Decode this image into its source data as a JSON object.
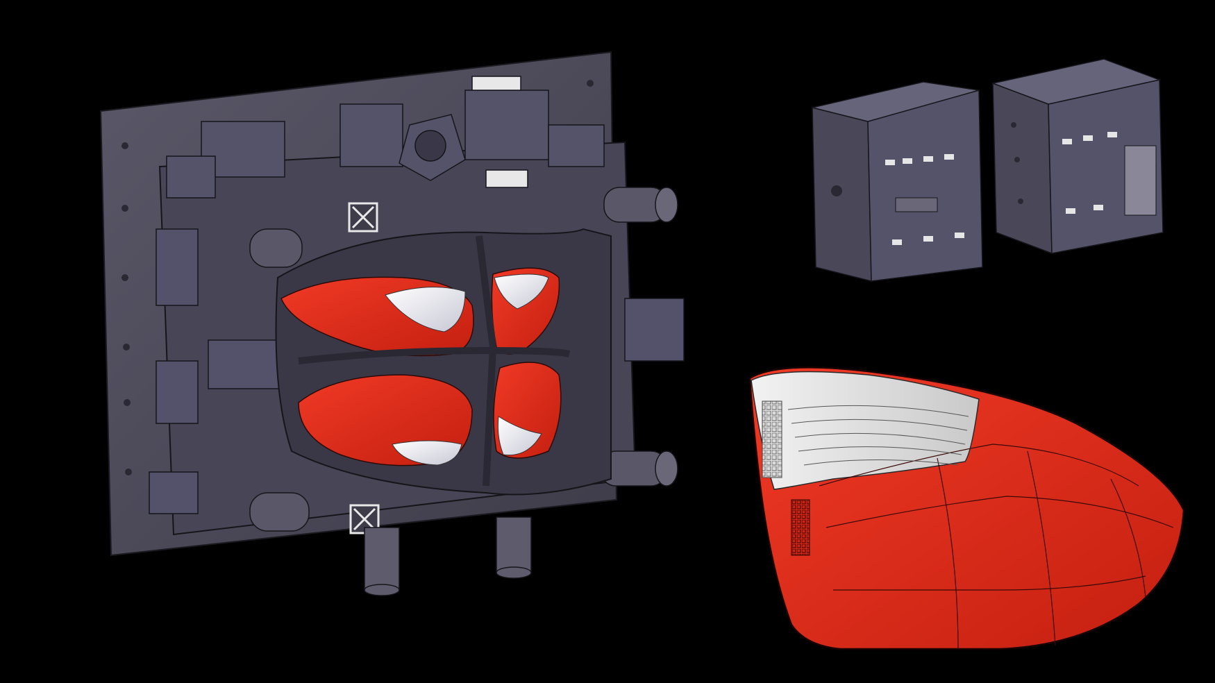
{
  "scene": {
    "background": "#000000",
    "objects": [
      {
        "id": "mold-assembly",
        "label": "",
        "color": "#4a4857"
      },
      {
        "id": "mold-halves",
        "label": "",
        "color": "#4a4857"
      },
      {
        "id": "tail-light-lens",
        "label": "",
        "color": "#e02a1a"
      }
    ]
  },
  "colors": {
    "steel": "#4a4857",
    "steel_dark": "#34323d",
    "steel_light": "#6a6878",
    "cavity_red": "#e02a1a",
    "lens_white": "#e8e8ee",
    "edge": "#101014"
  }
}
